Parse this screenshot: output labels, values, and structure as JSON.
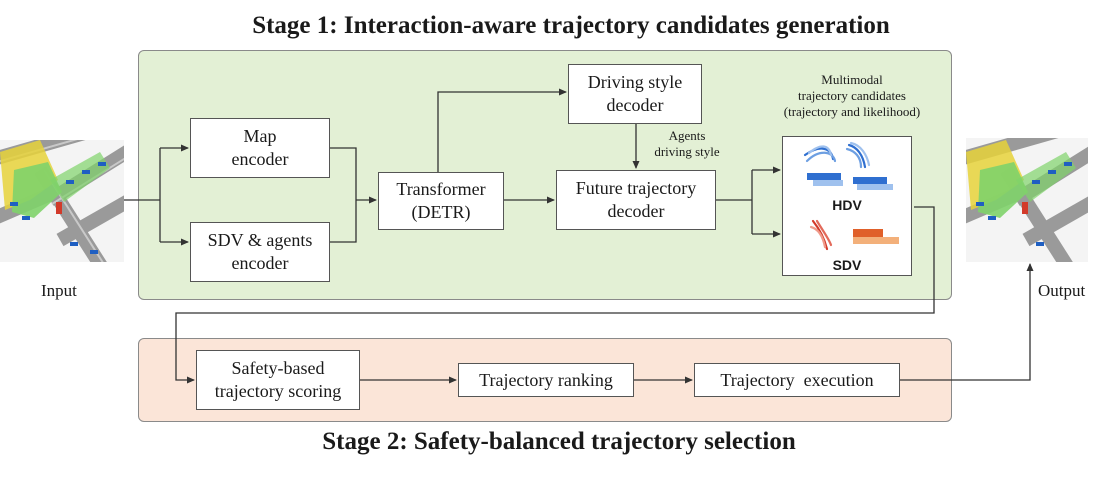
{
  "stage1": {
    "title": "Stage 1: Interaction-aware trajectory candidates generation"
  },
  "stage2": {
    "title": "Stage 2: Safety-balanced trajectory selection"
  },
  "io": {
    "input_label": "Input",
    "output_label": "Output"
  },
  "blocks": {
    "map_encoder": [
      "Map",
      "encoder"
    ],
    "sdv_encoder": [
      "SDV & agents",
      "encoder"
    ],
    "transformer": [
      "Transformer",
      "(DETR)"
    ],
    "driving_style_decoder": [
      "Driving style",
      "decoder"
    ],
    "future_decoder": [
      "Future trajectory",
      "decoder"
    ],
    "safety_scoring": [
      "Safety-based",
      "trajectory scoring"
    ],
    "ranking": "Trajectory ranking",
    "execution": "Trajectory  execution"
  },
  "annotations": {
    "agents_style": [
      "Agents",
      "driving style"
    ],
    "candidates_title": [
      "Multimodal",
      "trajectory candidates",
      "(trajectory and likelihood)"
    ]
  },
  "candidates": {
    "hdv_label": "HDV",
    "sdv_label": "SDV",
    "hdv_color": "#2f6fd0",
    "sdv_color": "#e0602a"
  },
  "colors": {
    "stage1_panel": "#e3f0d5",
    "stage2_panel": "#fbe5d8",
    "map_green": "#7fd36a",
    "map_yellow": "#e6d23a",
    "agent_blue": "#1f5fc2"
  }
}
